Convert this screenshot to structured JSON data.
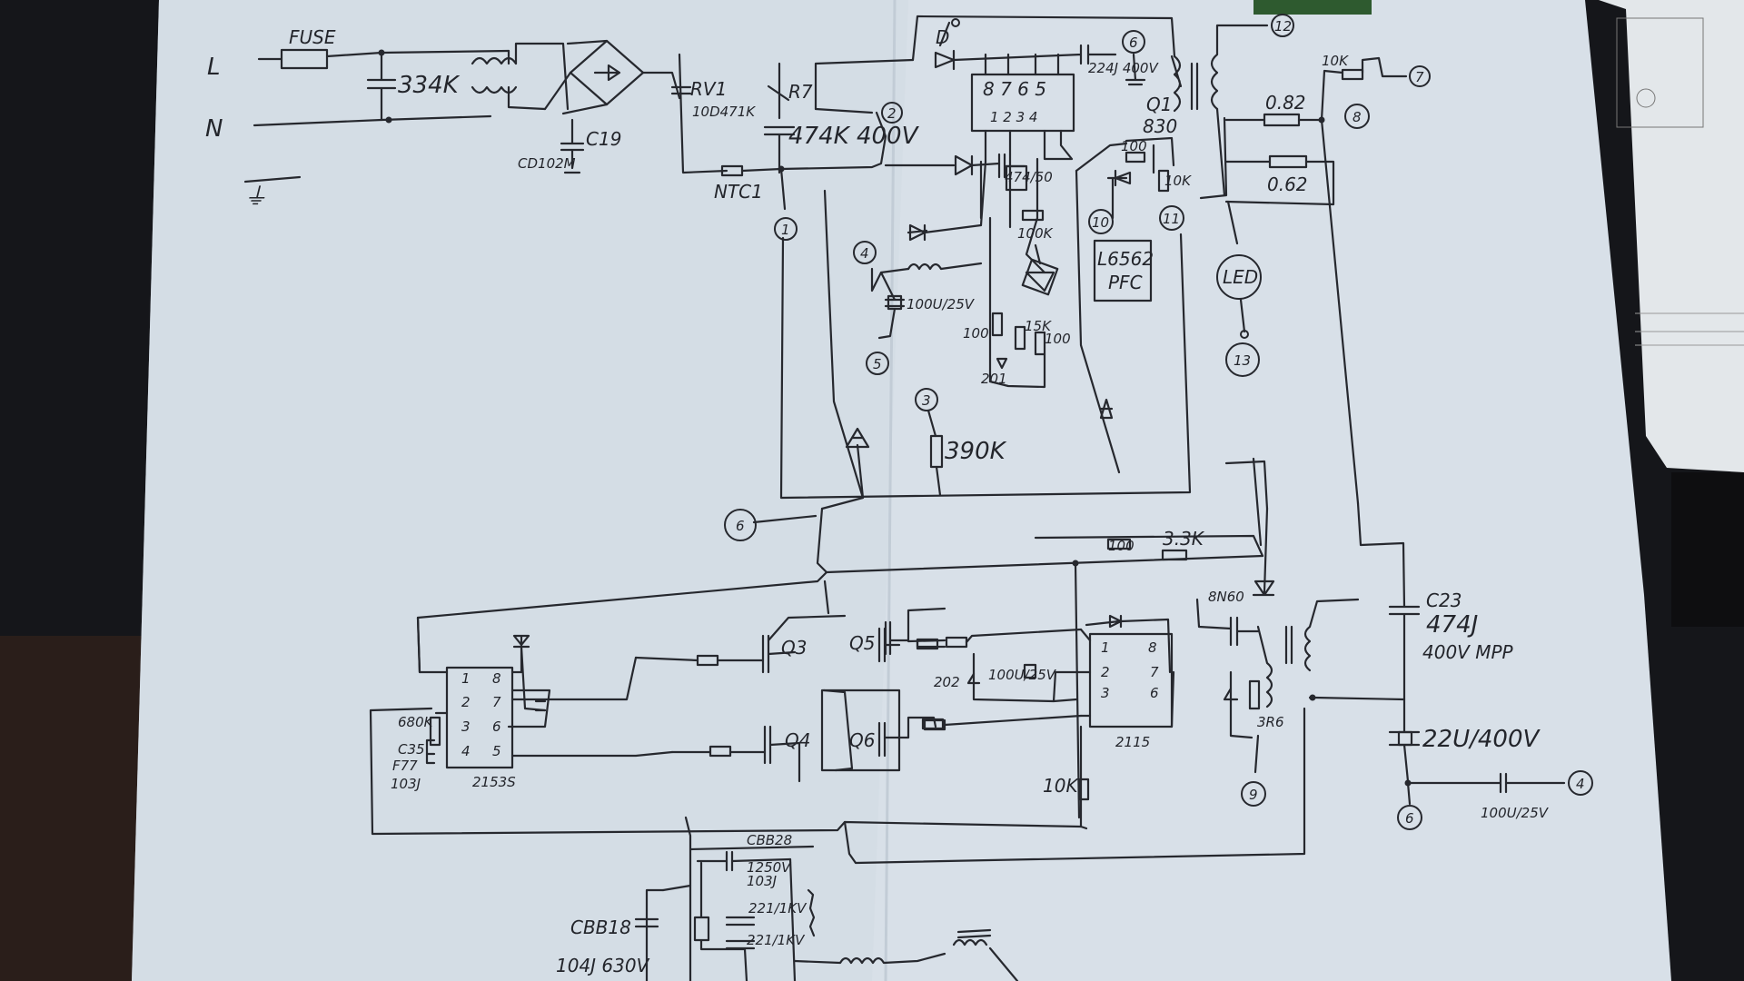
{
  "photo": {
    "description_hidden": "",
    "colors": {
      "background": "#15161a",
      "paper": "#d9e1e8",
      "paper_shadow": "#b9c3cc",
      "ink": "#26282e",
      "side_sheet": "#e7ebee"
    }
  },
  "labels": {
    "fuse": "FUSE",
    "line": "L",
    "neutral": "N",
    "earth": "⏚",
    "c_334k": "334K",
    "rv1": "RV1",
    "rv1_val": "10D471K",
    "r7": "R7",
    "cd102m": "CD102M",
    "c19": "C19",
    "c_474k": "474K 400V",
    "ntc1": "NTC1",
    "n1": "1",
    "n2": "2",
    "n3": "3",
    "n4": "4",
    "n5": "5",
    "n6a": "6",
    "n6b": "6",
    "n6c": "6",
    "n7": "7",
    "n8": "8",
    "n9": "9",
    "n10": "10",
    "n11": "11",
    "n12": "12",
    "n13": "13",
    "d_label": "D",
    "c_224j": "224J 400V",
    "ic_pins_top": "8 7 6 5",
    "ic_pins_bot": "1 2 3 4",
    "r_474": "474/50",
    "r_100k": "100K",
    "c_100u": "100U/25V",
    "r_100": "100",
    "r_15k": "15K",
    "r_100b": "100",
    "z_201": "201",
    "r_390k": "390K",
    "q1": "Q1",
    "q1_val": "830",
    "r_100c": "100",
    "r_10k": "10K",
    "pfc_chip": "L6562",
    "pfc": "PFC",
    "r_082": "0.82",
    "r_062": "0.62",
    "r_10k_top": "10K",
    "led": "LED",
    "r_100d": "100",
    "r_33k": "3.3K",
    "q_8n60": "8N60",
    "c23": "C23",
    "c23_val": "474J",
    "c23_rating": "400V MPP",
    "q3": "Q3",
    "q5": "Q5",
    "q4": "Q4",
    "q6": "Q6",
    "z_202": "202",
    "c_100u2": "100U/25V",
    "ic_2115": "2115",
    "ic_2153": "2153S",
    "r_680k": "680K",
    "c35": "C35",
    "f77": "F77",
    "c_103j": "103J",
    "r_10k_b": "10K",
    "r_3r6": "3R6",
    "c_22u": "22U/400V",
    "c_100u3": "100U/25V",
    "cbb28": "CBB28",
    "c_1250v": "1250V",
    "c_103j_b": "103J",
    "cbb18": "CBB18",
    "c_104j": "104J 630V",
    "c_221": "221/1KV",
    "c_221b": "221/1KV"
  }
}
